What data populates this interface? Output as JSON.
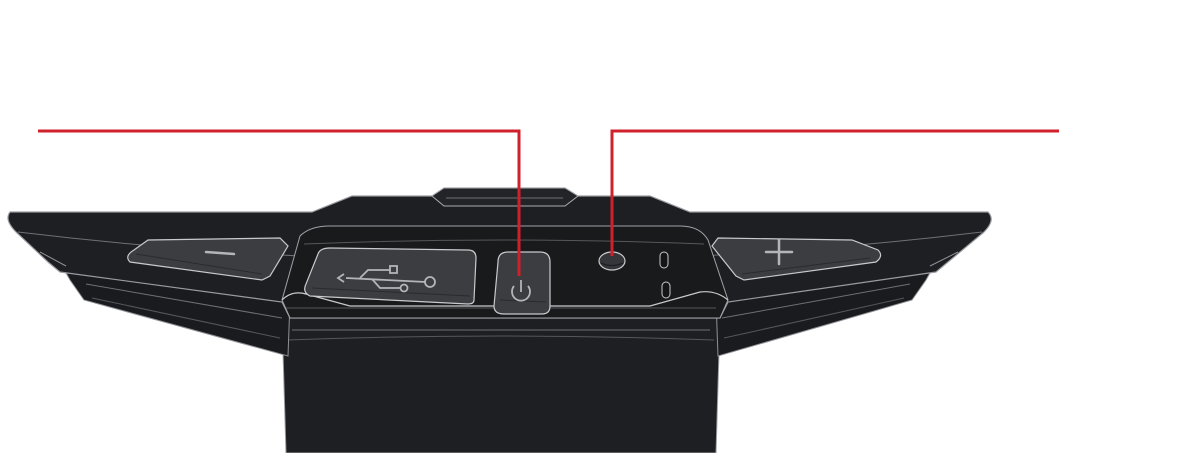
{
  "diagram": {
    "subject": "device-control-panel",
    "background": "#ffffff",
    "colors": {
      "body": "#1e1f22",
      "body_dark": "#141517",
      "edge_line": "#9a9ca1",
      "button_fill": "#3c3d41",
      "button_edge": "#c9cacd",
      "callout_line": "#d0202c",
      "symbol": "#b4b5b8"
    },
    "controls": [
      {
        "name": "volume-down",
        "symbol": "−",
        "icon": "minus-icon"
      },
      {
        "name": "usb-port",
        "symbol": "usb",
        "icon": "usb-icon"
      },
      {
        "name": "power-button",
        "symbol": "power",
        "icon": "power-icon"
      },
      {
        "name": "status-led",
        "symbol": "led",
        "icon": "led-indicator-icon"
      },
      {
        "name": "microphone",
        "symbol": "mic",
        "icon": "microphone-icon"
      },
      {
        "name": "volume-up",
        "symbol": "+",
        "icon": "plus-icon"
      }
    ],
    "callouts": [
      {
        "target": "power-button"
      },
      {
        "target": "status-led"
      }
    ]
  }
}
